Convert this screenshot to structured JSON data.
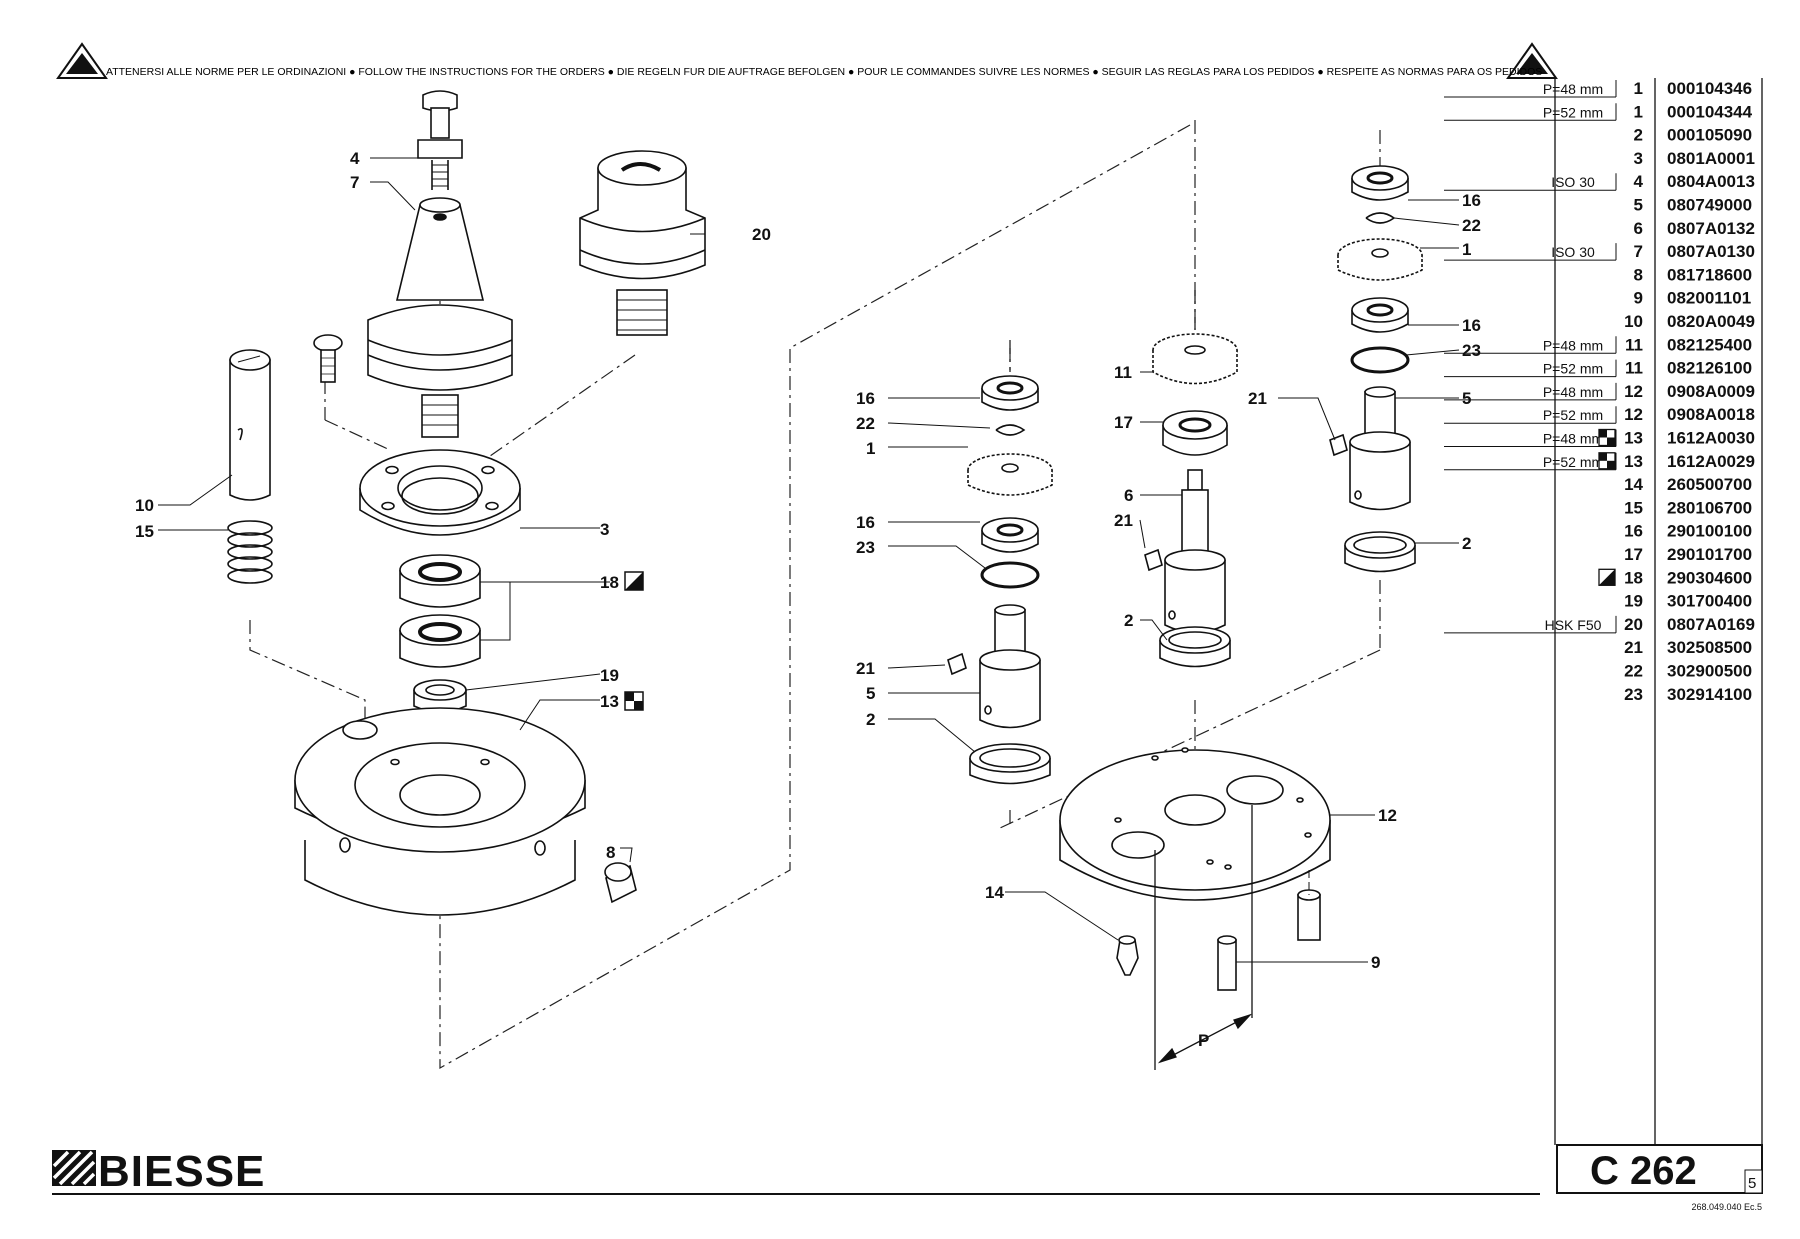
{
  "banner": {
    "segments": [
      "ATTENERSI ALLE NORME PER LE ORDINAZIONI",
      "FOLLOW THE INSTRUCTIONS FOR THE ORDERS",
      "DIE REGELN FUR DIE AUFTRAGE BEFOLGEN",
      "POUR LE COMMANDES SUIVRE LES NORMES",
      "SEGUIR LAS REGLAS PARA LOS PEDIDOS",
      "RESPEITE AS NORMAS PARA OS PEDIDOS"
    ]
  },
  "callouts": {
    "n4": "4",
    "n7": "7",
    "n20": "20",
    "n10": "10",
    "n15": "15",
    "n3": "3",
    "n18": "18",
    "n19": "19",
    "n13": "13",
    "n8": "8",
    "m16a": "16",
    "m22": "22",
    "m1": "1",
    "m16b": "16",
    "m23": "23",
    "m21": "21",
    "m5": "5",
    "m2": "2",
    "c11": "11",
    "c17": "17",
    "c6": "6",
    "c21": "21",
    "c2": "2",
    "c12": "12",
    "c14": "14",
    "c9": "9",
    "cP": "P",
    "r16a": "16",
    "r22": "22",
    "r1": "1",
    "r16b": "16",
    "r23": "23",
    "r21": "21",
    "r5": "5",
    "r2": "2"
  },
  "parts_table": {
    "rows": [
      {
        "note": "P=48 mm",
        "sym": "",
        "pos": "1",
        "code": "000104346"
      },
      {
        "note": "P=52 mm",
        "sym": "",
        "pos": "1",
        "code": "000104344"
      },
      {
        "note": "",
        "sym": "",
        "pos": "2",
        "code": "000105090"
      },
      {
        "note": "",
        "sym": "",
        "pos": "3",
        "code": "0801A0001"
      },
      {
        "note": "ISO 30",
        "sym": "",
        "pos": "4",
        "code": "0804A0013"
      },
      {
        "note": "",
        "sym": "",
        "pos": "5",
        "code": "080749000"
      },
      {
        "note": "",
        "sym": "",
        "pos": "6",
        "code": "0807A0132"
      },
      {
        "note": "ISO 30",
        "sym": "",
        "pos": "7",
        "code": "0807A0130"
      },
      {
        "note": "",
        "sym": "",
        "pos": "8",
        "code": "081718600"
      },
      {
        "note": "",
        "sym": "",
        "pos": "9",
        "code": "082001101"
      },
      {
        "note": "",
        "sym": "",
        "pos": "10",
        "code": "0820A0049"
      },
      {
        "note": "P=48 mm",
        "sym": "",
        "pos": "11",
        "code": "082125400"
      },
      {
        "note": "P=52 mm",
        "sym": "",
        "pos": "11",
        "code": "082126100"
      },
      {
        "note": "P=48 mm",
        "sym": "",
        "pos": "12",
        "code": "0908A0009"
      },
      {
        "note": "P=52 mm",
        "sym": "",
        "pos": "12",
        "code": "0908A0018"
      },
      {
        "note": "P=48 mm",
        "sym": "checker",
        "pos": "13",
        "code": "1612A0030"
      },
      {
        "note": "P=52 mm",
        "sym": "checker",
        "pos": "13",
        "code": "1612A0029"
      },
      {
        "note": "",
        "sym": "",
        "pos": "14",
        "code": "260500700"
      },
      {
        "note": "",
        "sym": "",
        "pos": "15",
        "code": "280106700"
      },
      {
        "note": "",
        "sym": "",
        "pos": "16",
        "code": "290100100"
      },
      {
        "note": "",
        "sym": "",
        "pos": "17",
        "code": "290101700"
      },
      {
        "note": "",
        "sym": "half",
        "pos": "18",
        "code": "290304600"
      },
      {
        "note": "",
        "sym": "",
        "pos": "19",
        "code": "301700400"
      },
      {
        "note": "HSK F50",
        "sym": "",
        "pos": "20",
        "code": "0807A0169"
      },
      {
        "note": "",
        "sym": "",
        "pos": "21",
        "code": "302508500"
      },
      {
        "note": "",
        "sym": "",
        "pos": "22",
        "code": "302900500"
      },
      {
        "note": "",
        "sym": "",
        "pos": "23",
        "code": "302914100"
      }
    ]
  },
  "footer": {
    "brand": "BIESSE",
    "table_code": "C 262",
    "page": "5",
    "doc_ref": "268.049.040 Ec.5"
  }
}
